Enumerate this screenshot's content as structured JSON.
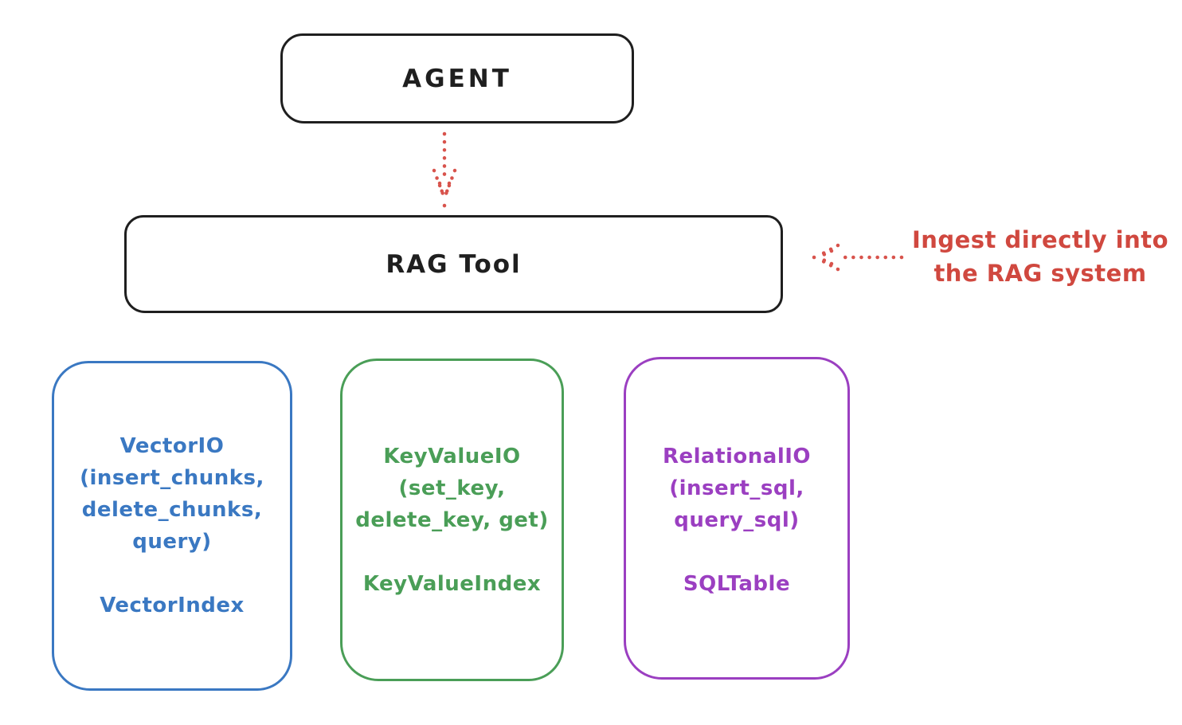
{
  "diagram": {
    "agent_box": {
      "label": "AGENT"
    },
    "rag_tool_box": {
      "label": "RAG Tool"
    },
    "annotation": {
      "line1": "Ingest directly into",
      "line2": "the RAG system"
    },
    "io_boxes": [
      {
        "name": "vector-io",
        "color": "#3a78c2",
        "lines": [
          "VectorIO",
          "(insert_chunks,",
          "delete_chunks,",
          "query)"
        ],
        "index_label": "VectorIndex"
      },
      {
        "name": "keyvalue-io",
        "color": "#4a9e57",
        "lines": [
          "KeyValueIO",
          "(set_key,",
          "delete_key, get)"
        ],
        "index_label": "KeyValueIndex"
      },
      {
        "name": "relational-io",
        "color": "#9b3fc1",
        "lines": [
          "RelationalIO",
          "(insert_sql,",
          "query_sql)"
        ],
        "index_label": "SQLTable"
      }
    ],
    "colors": {
      "stroke_black": "#1f1f1f",
      "arrow_red": "#d8534c",
      "annotation_red": "#d0483f",
      "background": "#ffffff"
    }
  }
}
